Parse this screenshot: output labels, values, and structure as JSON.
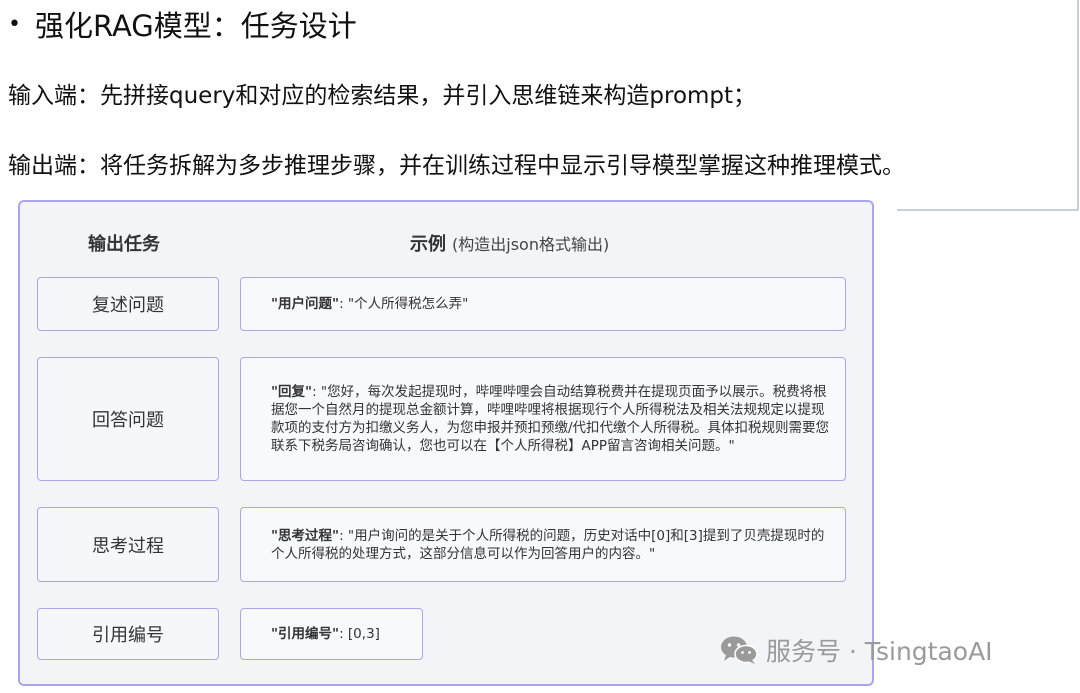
{
  "slide": {
    "bullet": "•",
    "title": "强化RAG模型：任务设计",
    "input_line": "输入端：先拼接query和对应的检索结果，并引入思维链来构造prompt；",
    "output_line": "输出端：将任务拆解为多步推理步骤，并在训练过程中显示引导模型掌握这种推理模式。"
  },
  "table": {
    "header_task": "输出任务",
    "header_example": "示例",
    "header_example_sub": "(构造出json格式输出)",
    "rows": [
      {
        "task": "复述问题",
        "key": "\"用户问题\"",
        "value": ": \"个人所得税怎么弄\""
      },
      {
        "task": "回答问题",
        "key": "\"回复\"",
        "value": ": \"您好，每次发起提现时，哔哩哔哩会自动结算税费并在提现页面予以展示。税费将根据您一个自然月的提现总金额计算，哔哩哔哩将根据现行个人所得税法及相关法规规定以提现款项的支付方为扣缴义务人，为您申报并预扣预缴/代扣代缴个人所得税。具体扣税规则需要您联系下税务局咨询确认，您也可以在【个人所得税】APP留言咨询相关问题。\""
      },
      {
        "task": "思考过程",
        "key": "\"思考过程\"",
        "value": ": \"用户询问的是关于个人所得税的问题，历史对话中[0]和[3]提到了贝壳提现时的个人所得税的处理方式，这部分信息可以作为回答用户的内容。\""
      },
      {
        "task": "引用编号",
        "key": "\"引用编号\"",
        "value": ": [0,3]"
      }
    ]
  },
  "watermark": {
    "icon": "wechat-icon",
    "text": "服务号 · TsingtaoAI"
  },
  "colors": {
    "border": "#a9a6f0",
    "panel_bg": "#f3f4f8",
    "text": "#333333"
  }
}
